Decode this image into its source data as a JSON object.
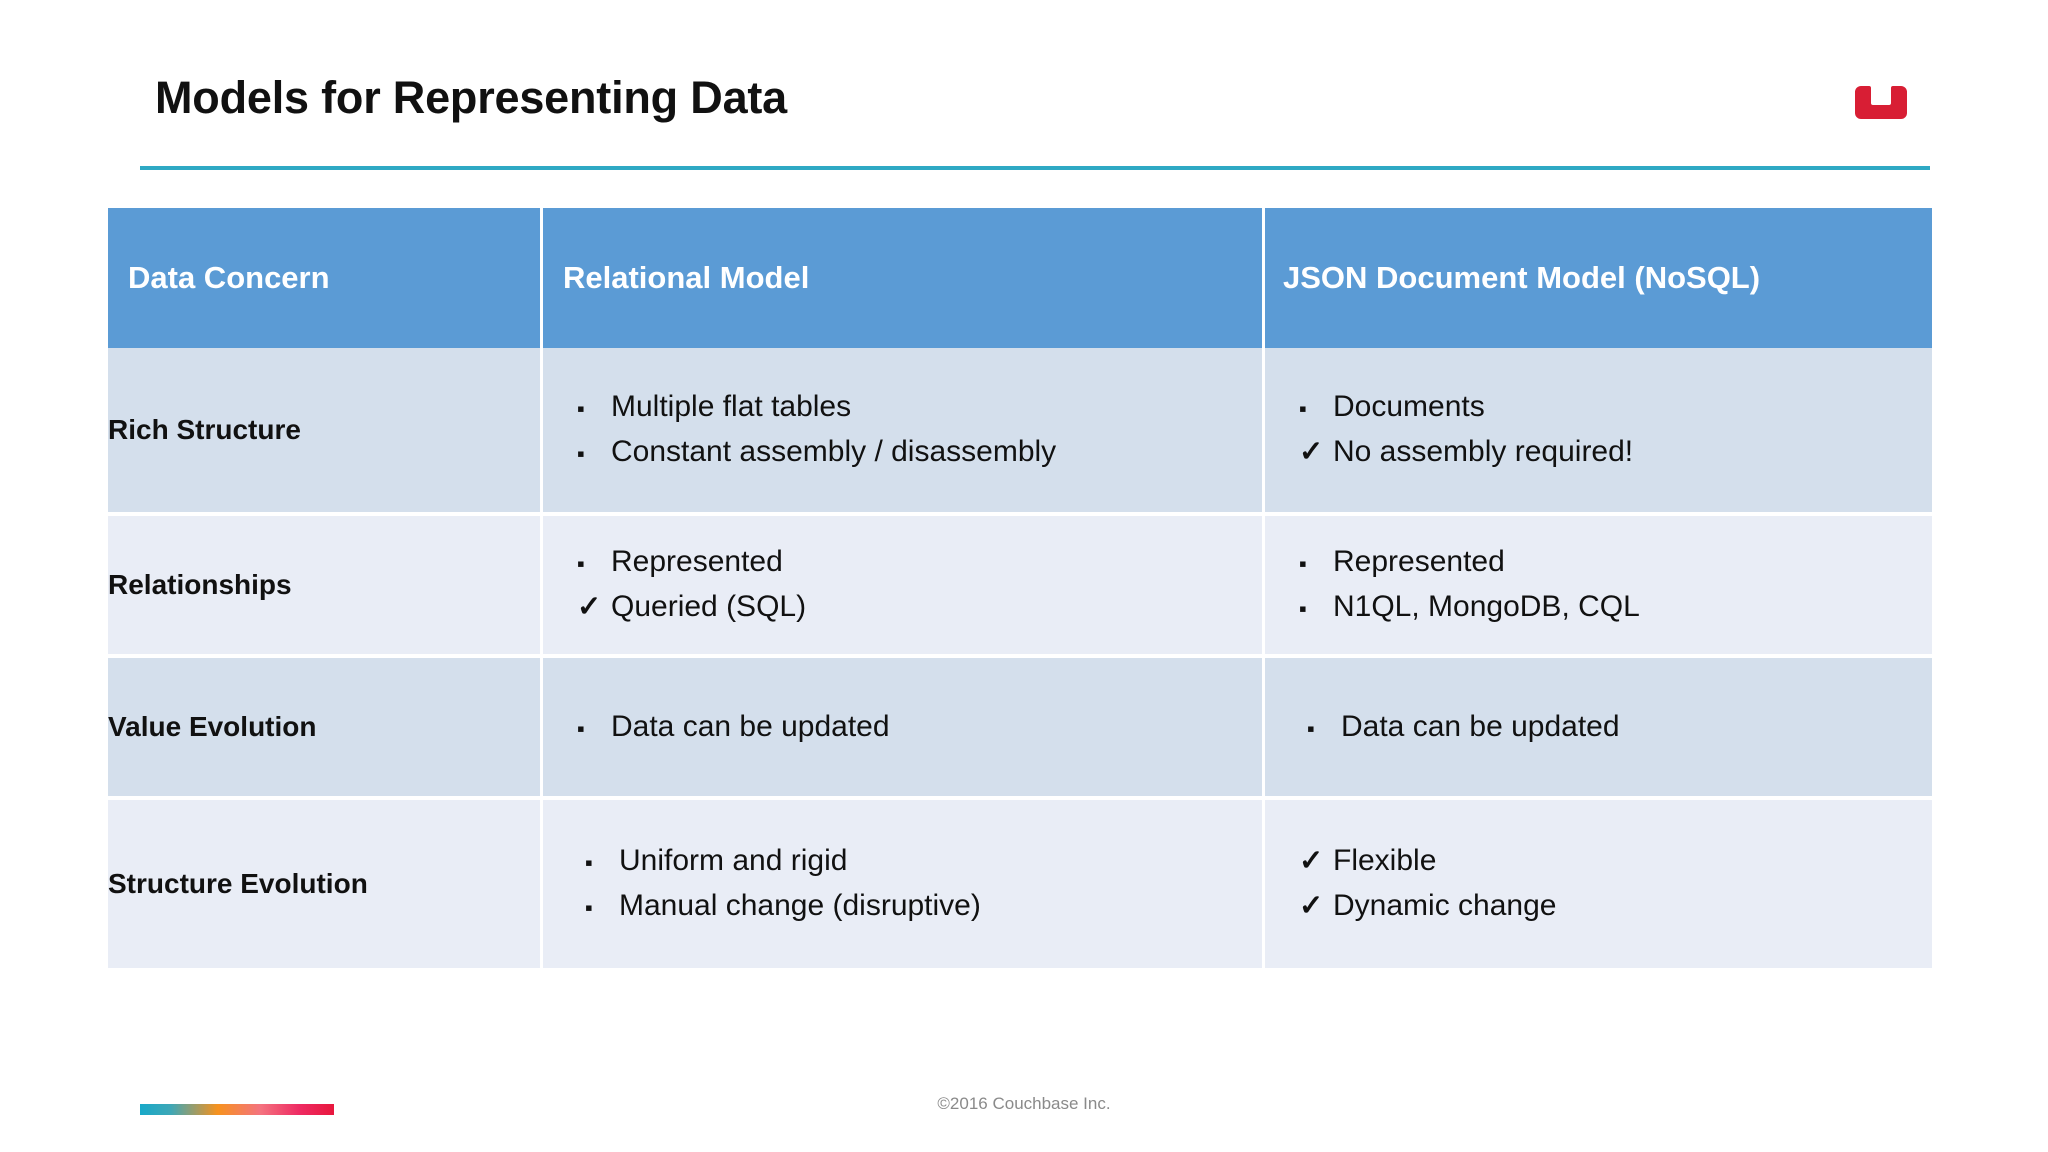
{
  "slide": {
    "title": "Models for Representing Data",
    "accent_rule_color": "#2EA9C4",
    "logo_name": "couchbase-logo",
    "logo_color": "#D81E34"
  },
  "table": {
    "header_bg": "#5B9BD5",
    "band_dark": "#D4DFEC",
    "band_light": "#E9EDF6",
    "columns": [
      "Data Concern",
      "Relational Model",
      "JSON Document Model (NoSQL)"
    ],
    "rows": [
      {
        "concern": "Rich Structure",
        "relational": [
          {
            "marker": "square",
            "text": "Multiple flat tables"
          },
          {
            "marker": "square",
            "text": "Constant assembly / disassembly"
          }
        ],
        "json": [
          {
            "marker": "square",
            "text": "Documents"
          },
          {
            "marker": "check",
            "text": "No assembly required!"
          }
        ]
      },
      {
        "concern": "Relationships",
        "relational": [
          {
            "marker": "square",
            "text": "Represented"
          },
          {
            "marker": "check",
            "text": "Queried (SQL)"
          }
        ],
        "json": [
          {
            "marker": "square",
            "text": "Represented"
          },
          {
            "marker": "square",
            "text": "N1QL, MongoDB, CQL"
          }
        ]
      },
      {
        "concern": "Value Evolution",
        "relational": [
          {
            "marker": "square",
            "text": "Data can be updated"
          }
        ],
        "json": [
          {
            "marker": "square",
            "text": "Data can be updated"
          }
        ]
      },
      {
        "concern": "Structure Evolution",
        "relational": [
          {
            "marker": "square",
            "text": "Uniform and rigid"
          },
          {
            "marker": "square",
            "text": "Manual change (disruptive)"
          }
        ],
        "json": [
          {
            "marker": "check",
            "text": "Flexible"
          },
          {
            "marker": "check",
            "text": "Dynamic change"
          }
        ]
      }
    ]
  },
  "markers": {
    "square": "▪",
    "check": "✓"
  },
  "footer": {
    "copyright": "©2016 Couchbase Inc.",
    "gradient_colors": [
      "#17A9C9",
      "#F6921E",
      "#EE2B63",
      "#E8173D"
    ]
  }
}
